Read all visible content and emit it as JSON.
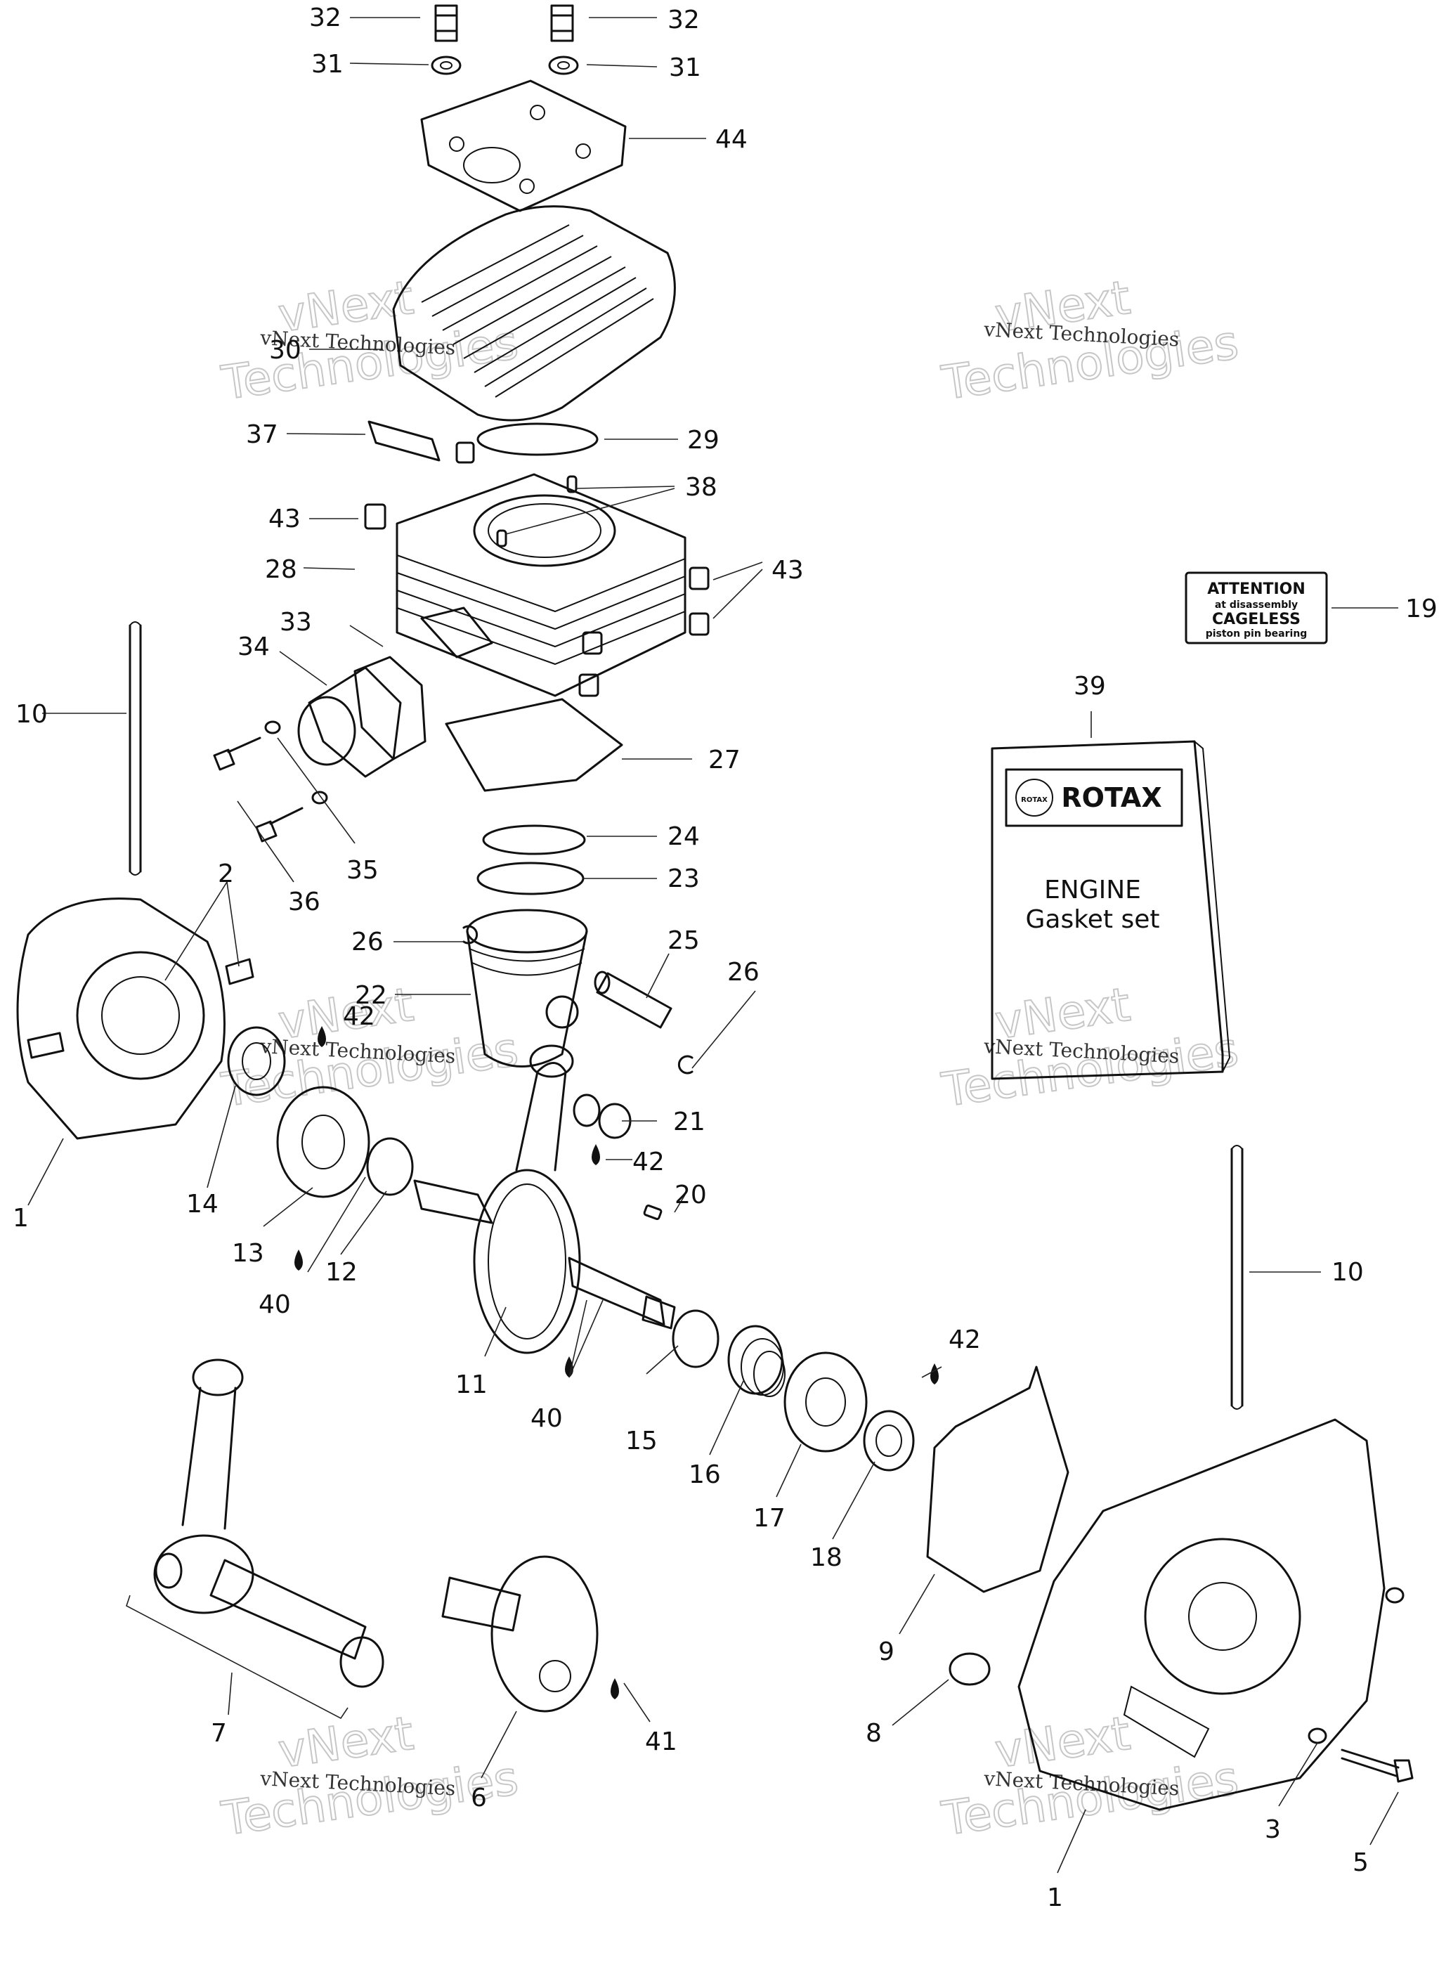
{
  "labels": [
    {
      "id": "l32a",
      "text": "32"
    },
    {
      "id": "l32b",
      "text": "32"
    },
    {
      "id": "l31a",
      "text": "31"
    },
    {
      "id": "l31b",
      "text": "31"
    },
    {
      "id": "l44",
      "text": "44"
    },
    {
      "id": "l30",
      "text": "30"
    },
    {
      "id": "l37",
      "text": "37"
    },
    {
      "id": "l29",
      "text": "29"
    },
    {
      "id": "l38",
      "text": "38"
    },
    {
      "id": "l43a",
      "text": "43"
    },
    {
      "id": "l43b",
      "text": "43"
    },
    {
      "id": "l28",
      "text": "28"
    },
    {
      "id": "l33",
      "text": "33"
    },
    {
      "id": "l34",
      "text": "34"
    },
    {
      "id": "l10a",
      "text": "10"
    },
    {
      "id": "l27",
      "text": "27"
    },
    {
      "id": "l24",
      "text": "24"
    },
    {
      "id": "l23",
      "text": "23"
    },
    {
      "id": "l35",
      "text": "35"
    },
    {
      "id": "l36",
      "text": "36"
    },
    {
      "id": "l2",
      "text": "2"
    },
    {
      "id": "l26a",
      "text": "26"
    },
    {
      "id": "l25",
      "text": "25"
    },
    {
      "id": "l26b",
      "text": "26"
    },
    {
      "id": "l22",
      "text": "22"
    },
    {
      "id": "l42a",
      "text": "42"
    },
    {
      "id": "l21",
      "text": "21"
    },
    {
      "id": "l42b",
      "text": "42"
    },
    {
      "id": "l1a",
      "text": "1"
    },
    {
      "id": "l14",
      "text": "14"
    },
    {
      "id": "l13",
      "text": "13"
    },
    {
      "id": "l12",
      "text": "12"
    },
    {
      "id": "l40a",
      "text": "40"
    },
    {
      "id": "l20",
      "text": "20"
    },
    {
      "id": "l11",
      "text": "11"
    },
    {
      "id": "l40b",
      "text": "40"
    },
    {
      "id": "l15",
      "text": "15"
    },
    {
      "id": "l16",
      "text": "16"
    },
    {
      "id": "l17",
      "text": "17"
    },
    {
      "id": "l18",
      "text": "18"
    },
    {
      "id": "l42c",
      "text": "42"
    },
    {
      "id": "l10b",
      "text": "10"
    },
    {
      "id": "l9",
      "text": "9"
    },
    {
      "id": "l7",
      "text": "7"
    },
    {
      "id": "l6",
      "text": "6"
    },
    {
      "id": "l41",
      "text": "41"
    },
    {
      "id": "l8",
      "text": "8"
    },
    {
      "id": "l3",
      "text": "3"
    },
    {
      "id": "l5",
      "text": "5"
    },
    {
      "id": "l1b",
      "text": "1"
    },
    {
      "id": "l19",
      "text": "19"
    },
    {
      "id": "l39",
      "text": "39"
    }
  ],
  "attention_decal": {
    "line1": "ATTENTION",
    "line2": "at disassembly",
    "line3": "CAGELESS",
    "line4": "piston pin bearing"
  },
  "gasket_book": {
    "brand": "ROTAX",
    "brand_logo_text": "ROTAX",
    "line1": "ENGINE",
    "line2": "Gasket set"
  },
  "watermark": {
    "big_line1": "vNext",
    "big_line2": "Technologies",
    "small": "vNext Technologies"
  }
}
